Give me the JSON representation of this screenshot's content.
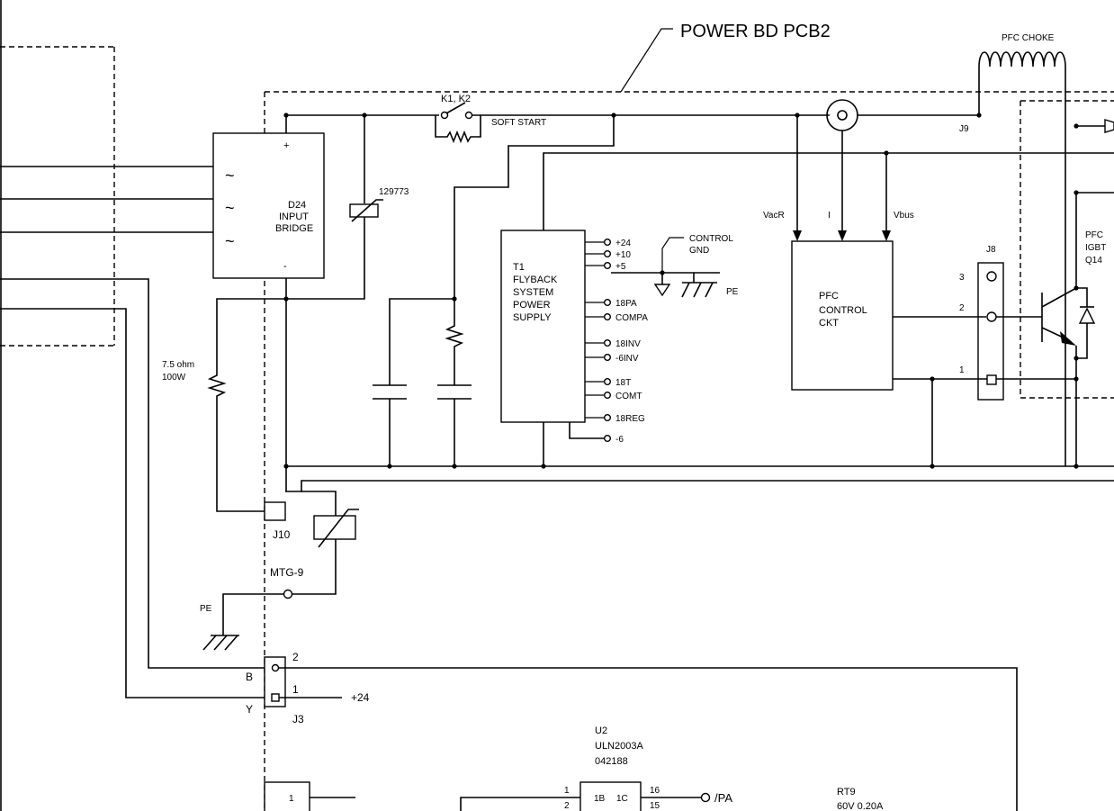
{
  "board": {
    "title": "POWER BD PCB2"
  },
  "pfc_choke": {
    "label": "PFC CHOKE"
  },
  "relay": {
    "label": "K1, K2",
    "soft_start": "SOFT START"
  },
  "connector_j9": {
    "label": "J9"
  },
  "bridge": {
    "plus": "+",
    "minus": "-",
    "tilde": "~",
    "line1": "D24",
    "line2": "INPUT",
    "line3": "BRIDGE"
  },
  "thermistor": {
    "label": "129773"
  },
  "resistor_bleed": {
    "line1": "7.5 ohm",
    "line2": "100W"
  },
  "flyback": {
    "lines": [
      "T1",
      "FLYBACK",
      "SYSTEM",
      "POWER",
      "SUPPLY"
    ],
    "pins": [
      "+24",
      "+10",
      "+5",
      "18PA",
      "COMPA",
      "18INV",
      "-6INV",
      "18T",
      "COMT",
      "18REG",
      "-6"
    ]
  },
  "control_gnd": {
    "line1": "CONTROL",
    "line2": "GND",
    "pe": "PE"
  },
  "sense": {
    "vacr": "VacR",
    "i": "I",
    "vbus": "Vbus"
  },
  "pfc_control": {
    "lines": [
      "PFC",
      "CONTROL",
      "CKT"
    ]
  },
  "j8": {
    "label": "J8",
    "pin3": "3",
    "pin2": "2",
    "pin1": "1"
  },
  "igbt": {
    "lines": [
      "PFC",
      "IGBT",
      "Q14"
    ]
  },
  "j10": {
    "label": "J10"
  },
  "mtg": {
    "label": "MTG-9",
    "pe": "PE"
  },
  "j3": {
    "label": "J3",
    "pin2": "2",
    "pin1": "1",
    "b": "B",
    "y": "Y",
    "plus24": "+24"
  },
  "u2": {
    "lines": [
      "U2",
      "ULN2003A",
      "042188"
    ],
    "pin1": "1",
    "pin2": "2",
    "pin16": "16",
    "pin15": "15",
    "in1b": "1B",
    "out1c": "1C",
    "out_pa": "/PA"
  },
  "bottom_conn": {
    "pin1": "1"
  },
  "rt9": {
    "line1": "RT9",
    "line2": "60V  0.20A"
  }
}
